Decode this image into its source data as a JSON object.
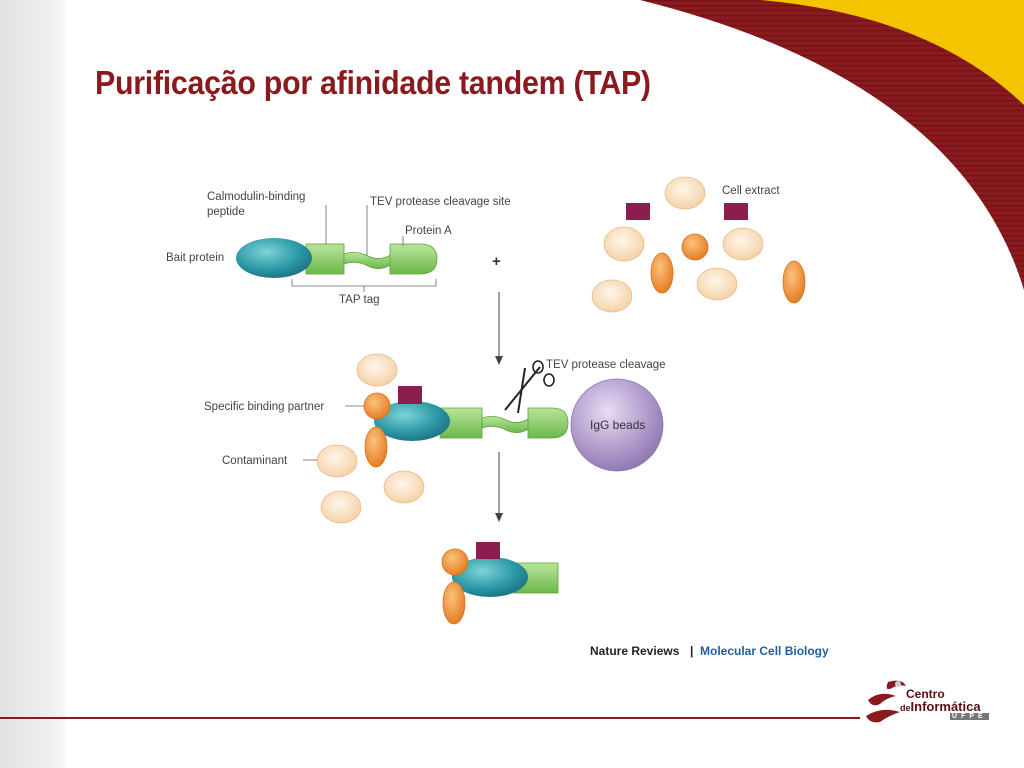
{
  "slide": {
    "title": "Purificação por afinidade tandem (TAP)"
  },
  "figure": {
    "labels": {
      "calmodulin_line1": "Calmodulin-binding",
      "calmodulin_line2": "peptide",
      "tev_site": "TEV protease cleavage site",
      "protein_a": "Protein A",
      "bait_protein": "Bait protein",
      "tap_tag": "TAP tag",
      "plus": "+",
      "cell_extract": "Cell extract",
      "tev_cleavage": "TEV protease cleavage",
      "specific_partner": "Specific binding partner",
      "contaminant": "Contaminant",
      "igg_beads": "IgG beads"
    },
    "credit": {
      "journal": "Nature Reviews",
      "separator": "|",
      "section": "Molecular Cell Biology"
    }
  },
  "logo": {
    "line1": "Centro",
    "line2_prefix": "de",
    "line2_main": "Informática",
    "line3": "UFPE"
  },
  "colors": {
    "title": "#8b1a1f",
    "bait": "#2e9aa8",
    "tag": "#7cc555",
    "contaminant": "#f7d7b0",
    "partner": "#f0882a",
    "beads": "#a892c6",
    "square": "#8a1e4e",
    "credit_blue": "#1f5f9e"
  }
}
